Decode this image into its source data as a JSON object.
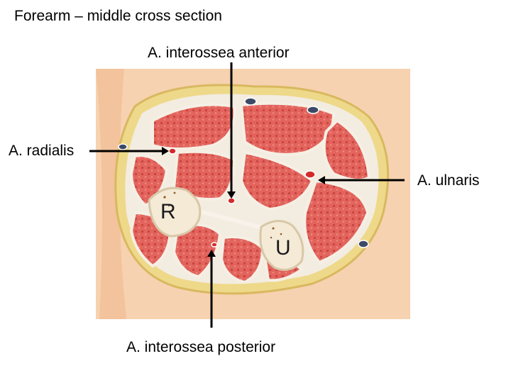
{
  "title": "Forearm – middle cross section",
  "labels": {
    "interossea_anterior": "A. interossea anterior",
    "radialis": "A. radialis",
    "ulnaris": "A. ulnaris",
    "interossea_posterior": "A. interossea posterior"
  },
  "bones": {
    "radius": "R",
    "ulna": "U"
  },
  "colors": {
    "skin": "#f6d2b0",
    "fat": "#eed98a",
    "muscle": "#e0605a",
    "fascia": "#f3ece0",
    "bone": "#f4ead6",
    "artery": "#d42a2a",
    "vein": "#3c4a66"
  }
}
